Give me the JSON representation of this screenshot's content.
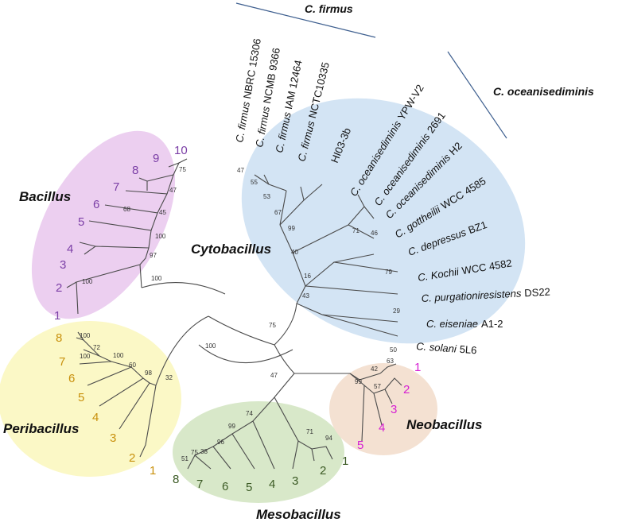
{
  "colors": {
    "bacillus_fill": "#eccff0",
    "bacillus_text": "#7b3fa6",
    "peribacillus_fill": "#fbf8c6",
    "peribacillus_text": "#c8900c",
    "mesobacillus_fill": "#d8e8c9",
    "mesobacillus_text": "#3b5a24",
    "neobacillus_fill": "#f4e1d2",
    "neobacillus_text": "#d61fd3",
    "cytobacillus_fill": "#d3e4f4",
    "highlight": "#e01b1b",
    "clade_line": "#3e5f8f"
  },
  "groups": {
    "bacillus": "Bacillus",
    "peribacillus": "Peribacillus",
    "mesobacillus": "Mesobacillus",
    "neobacillus": "Neobacillus",
    "cytobacillus": "Cytobacillus"
  },
  "clades": {
    "firmus": "C. firmus",
    "oceanisediminis": "C. oceanisediminis"
  },
  "taxa": {
    "firmus_nbrc": [
      "C. firmus",
      "NBRC 15306"
    ],
    "firmus_ncmb": [
      "C. firmus",
      "NCMB 9366"
    ],
    "firmus_iam": [
      "C. firmus",
      "IAM 12464"
    ],
    "firmus_nctc": [
      "C. firmus",
      "NCTC10335"
    ],
    "hi03": [
      "",
      "HI03-3b"
    ],
    "oceani_ypw": [
      "C. oceanisediminis",
      "YPW-V2"
    ],
    "oceani_2691": [
      "C. oceanisediminis",
      "2691"
    ],
    "oceani_h2": [
      "C. oceanisediminis",
      "H2"
    ],
    "gottheilii": [
      "C. gottheilii",
      "WCC 4585"
    ],
    "depressus": [
      "C. depressus",
      "BZ1"
    ],
    "kochii": [
      "C. Kochii",
      "WCC 4582"
    ],
    "purgationiresistens": [
      "C. purgationiresistens",
      "DS22"
    ],
    "eiseniae": [
      "C. eiseniae",
      "A1-2"
    ],
    "solani": [
      "C. solani",
      "5L6"
    ]
  },
  "numbers": {
    "bacillus": [
      "1",
      "2",
      "3",
      "4",
      "5",
      "6",
      "7",
      "8",
      "9",
      "10"
    ],
    "peribacillus": [
      "1",
      "2",
      "3",
      "4",
      "5",
      "6",
      "7",
      "8"
    ],
    "mesobacillus": [
      "1",
      "2",
      "3",
      "4",
      "5",
      "6",
      "7",
      "8"
    ],
    "neobacillus": [
      "1",
      "2",
      "3",
      "4",
      "5"
    ]
  },
  "bootstrap": {
    "b_75": "75",
    "b_47": "47",
    "b_68": "68",
    "b_45": "45",
    "b_100a": "100",
    "b_97": "97",
    "b_100b": "100",
    "b_100c": "100",
    "p_100a": "100",
    "p_100b": "100",
    "p_72": "72",
    "p_100c": "100",
    "p_60": "60",
    "p_98": "98",
    "p_32": "32",
    "m_75": "75",
    "m_51": "51",
    "m_38": "38",
    "m_96": "96",
    "m_99": "99",
    "m_74": "74",
    "m_71": "71",
    "m_94": "94",
    "m_47": "47",
    "n_50": "50",
    "n_63": "63",
    "n_42": "42",
    "n_57": "57",
    "n_99": "99",
    "c_47": "47",
    "c_55": "55",
    "c_53": "53",
    "c_67": "67",
    "c_99": "99",
    "c_40": "40",
    "c_16": "16",
    "c_43": "43",
    "c_71": "71",
    "c_46": "46",
    "c_79": "79",
    "c_29": "29",
    "root_100": "100",
    "root_75": "75"
  }
}
